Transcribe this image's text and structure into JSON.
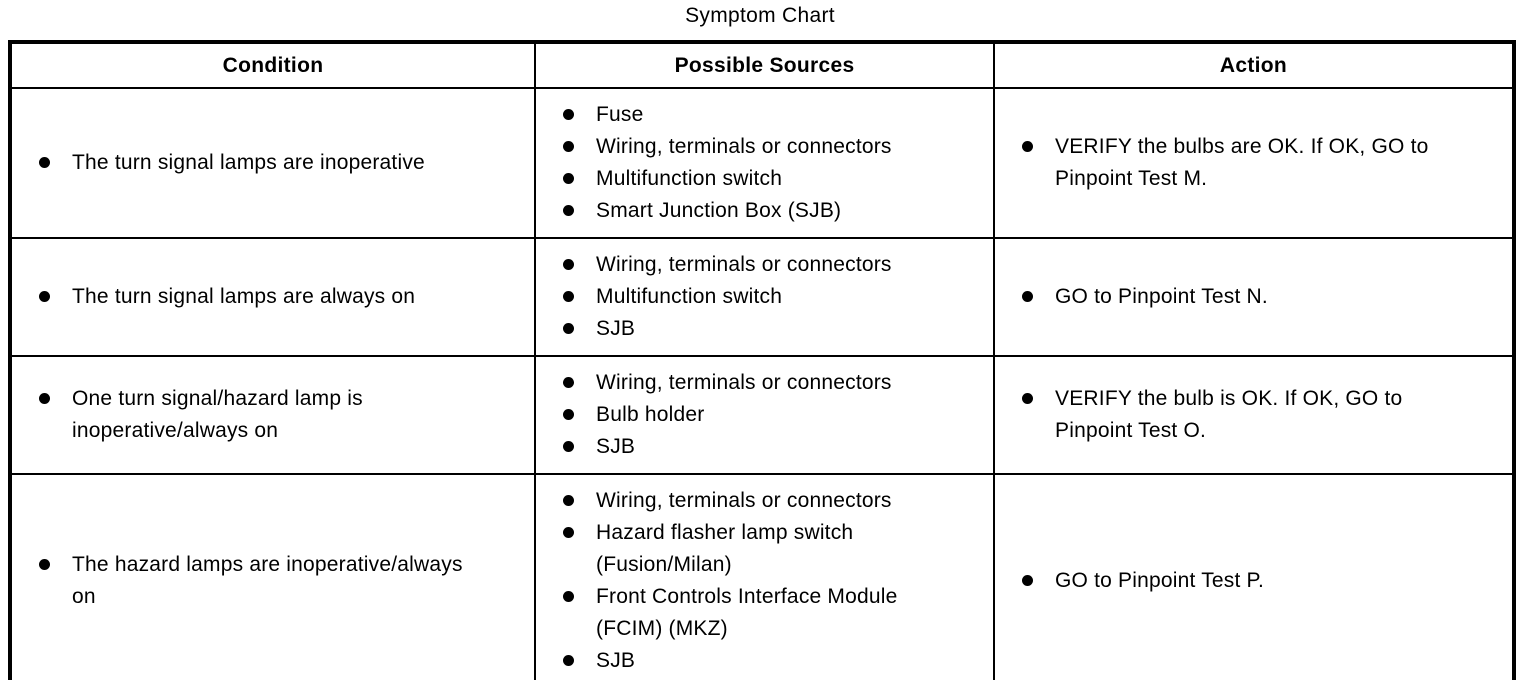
{
  "title": "Symptom Chart",
  "table": {
    "headers": [
      "Condition",
      "Possible Sources",
      "Action"
    ],
    "rows": [
      {
        "condition": "The turn signal lamps are inoperative",
        "sources": [
          "Fuse",
          "Wiring, terminals or connectors",
          "Multifunction switch",
          "Smart Junction Box (SJB)"
        ],
        "action": "VERIFY the bulbs are OK. If OK, GO to Pinpoint Test M."
      },
      {
        "condition": "The turn signal lamps are always on",
        "sources": [
          "Wiring, terminals or connectors",
          "Multifunction switch",
          "SJB"
        ],
        "action": "GO to Pinpoint Test N."
      },
      {
        "condition": "One turn signal/hazard lamp is inoperative/always on",
        "sources": [
          "Wiring, terminals or connectors",
          "Bulb holder",
          "SJB"
        ],
        "action": "VERIFY the bulb is OK. If OK, GO to Pinpoint Test O."
      },
      {
        "condition": "The hazard lamps are inoperative/always on",
        "sources": [
          "Wiring, terminals or connectors",
          "Hazard flasher lamp switch (Fusion/Milan)",
          "Front Controls Interface Module (FCIM) (MKZ)",
          "SJB"
        ],
        "action": "GO to Pinpoint Test P."
      }
    ]
  },
  "colors": {
    "ink": "#000000",
    "paper": "#ffffff"
  }
}
